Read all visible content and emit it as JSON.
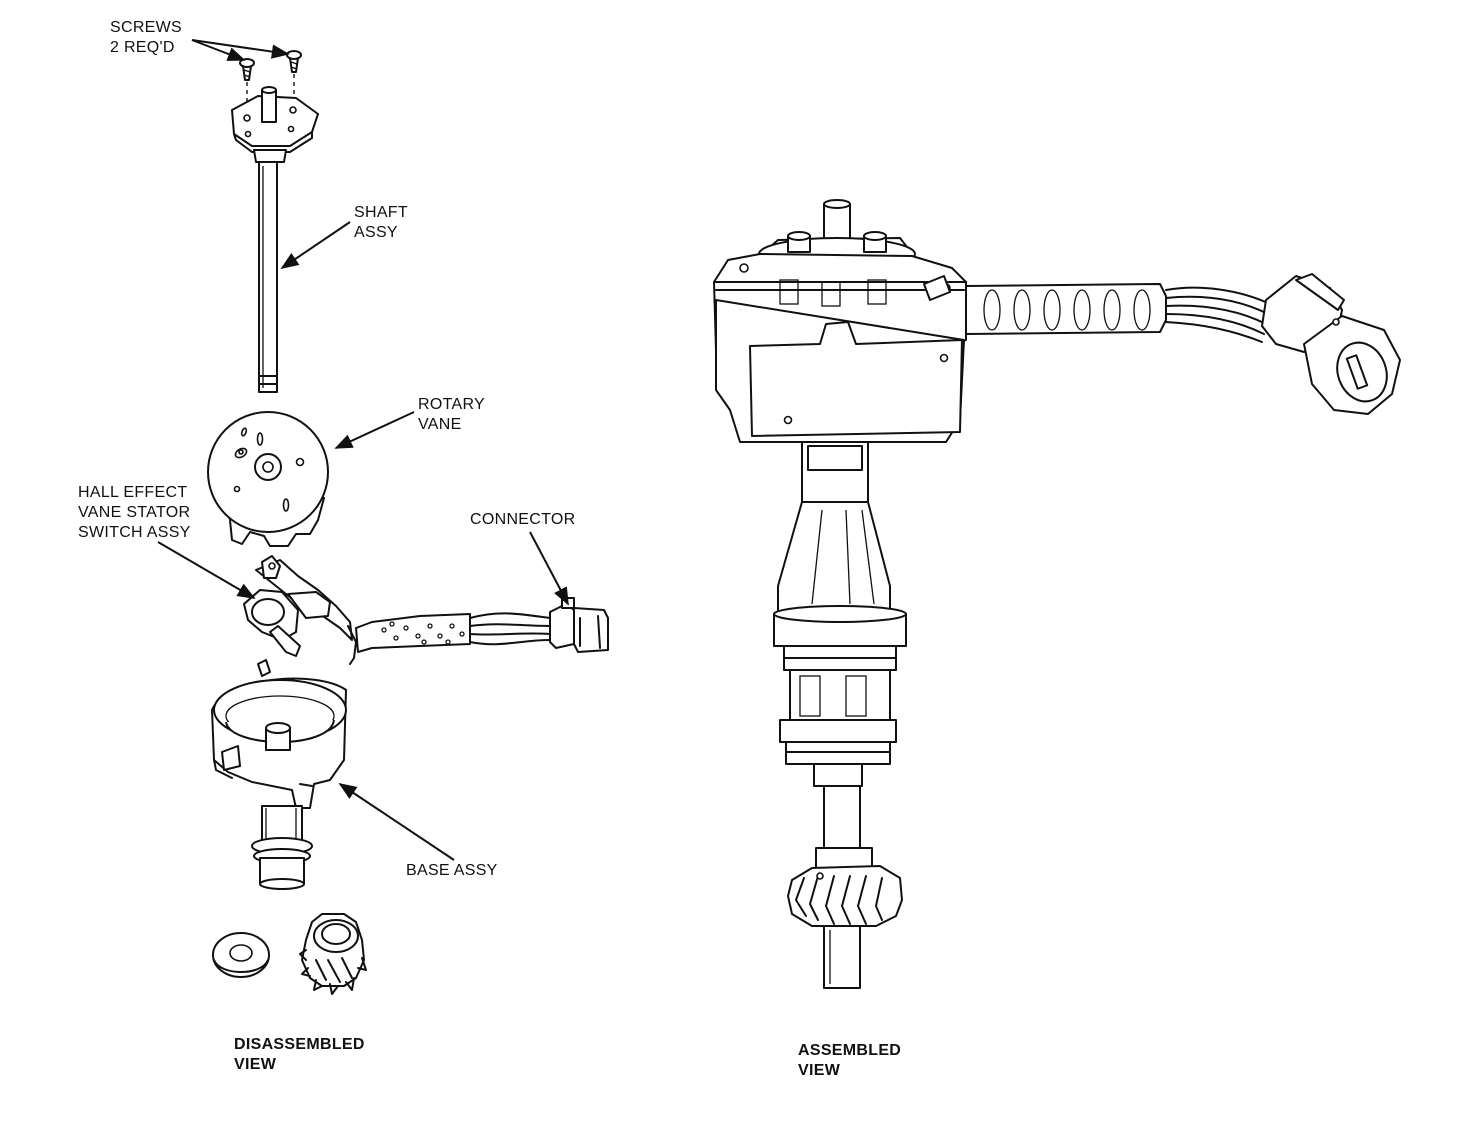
{
  "labels": {
    "screws_line1": "SCREWS",
    "screws_line2": "2 REQ'D",
    "shaft_line1": "SHAFT",
    "shaft_line2": "ASSY",
    "rotary_line1": "ROTARY",
    "rotary_line2": "VANE",
    "hall_line1": "HALL EFFECT",
    "hall_line2": "VANE STATOR",
    "hall_line3": "SWITCH ASSY",
    "connector": "CONNECTOR",
    "base": "BASE ASSY",
    "disassembled_line1": "DISASSEMBLED",
    "disassembled_line2": "VIEW",
    "assembled_line1": "ASSEMBLED",
    "assembled_line2": "VIEW"
  },
  "colors": {
    "ink": "#111111",
    "paper": "#ffffff"
  }
}
